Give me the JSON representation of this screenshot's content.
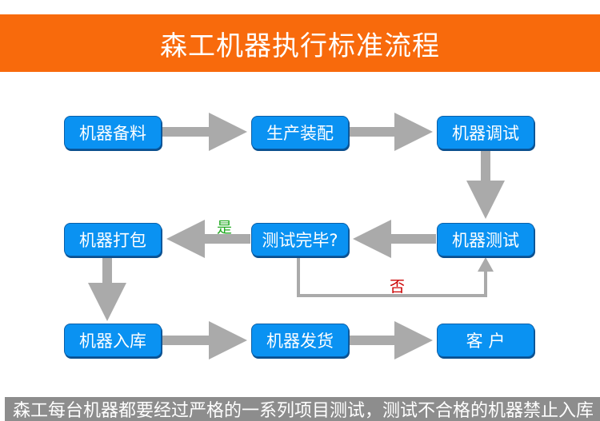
{
  "title": "森工机器执行标准流程",
  "steps": {
    "prep": "机器备料",
    "assembly": "生产装配",
    "debug": "机器调试",
    "test": "机器测试",
    "check": "测试完毕?",
    "pack": "机器打包",
    "store": "机器入库",
    "ship": "机器发货",
    "customer": "客  户"
  },
  "yes_label": "是",
  "no_label": "否",
  "colors": {
    "header": "#f86a0c",
    "box": "#0a92f2",
    "arrow": "#aaaaaa",
    "yes": "#22aa22",
    "no": "#cc0000"
  },
  "footer": "森工每台机器都要经过严格的一系列项目测试，测试不合格的机器禁止入库"
}
